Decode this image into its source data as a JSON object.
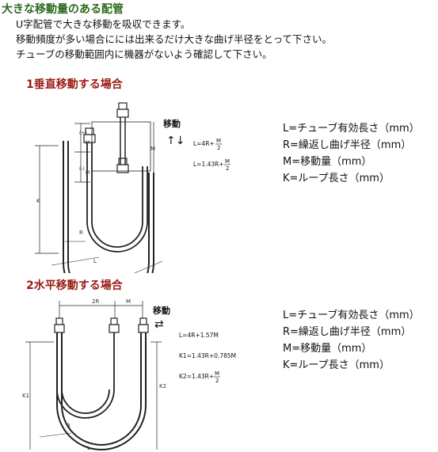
{
  "header": {
    "title": "大きな移動量のある配管",
    "lines": [
      "U字配管で大きな移動を吸収できます。",
      "移動頻度が多い場合にには出来るだけ大きな曲げ半径をとって下さい。",
      "チューブの移動範囲内に機器がないよう確認して下さい。"
    ]
  },
  "section1": {
    "title": "1垂直移動する場合",
    "move_label": "移動",
    "move_arrow": "↑↓",
    "formulas": {
      "f1_pre": "L=4R+",
      "f2_pre": "L=1.43R+"
    },
    "dim_labels": {
      "m": "M",
      "half": "2",
      "plus": "(+)",
      "minus": "(-)",
      "k": "K",
      "r": "R",
      "l": "L"
    }
  },
  "section2": {
    "title": "2水平移動する場合",
    "move_label": "移動",
    "move_arrow": "⇄",
    "formulas": {
      "f1": "L=4R+1.57M",
      "f2": "K1=1.43R+0.785M",
      "f3_pre": "K2=1.43R+"
    },
    "dim_labels": {
      "r2": "2R",
      "m": "M",
      "k1": "K1",
      "k2": "K2",
      "r": "R",
      "l": "L",
      "half": "2"
    }
  },
  "definitions": [
    "L=チューブ有効長さ（mm）",
    "R=繰返し曲げ半径（mm）",
    "M=移動量（mm）",
    "K=ループ長さ（mm）"
  ]
}
